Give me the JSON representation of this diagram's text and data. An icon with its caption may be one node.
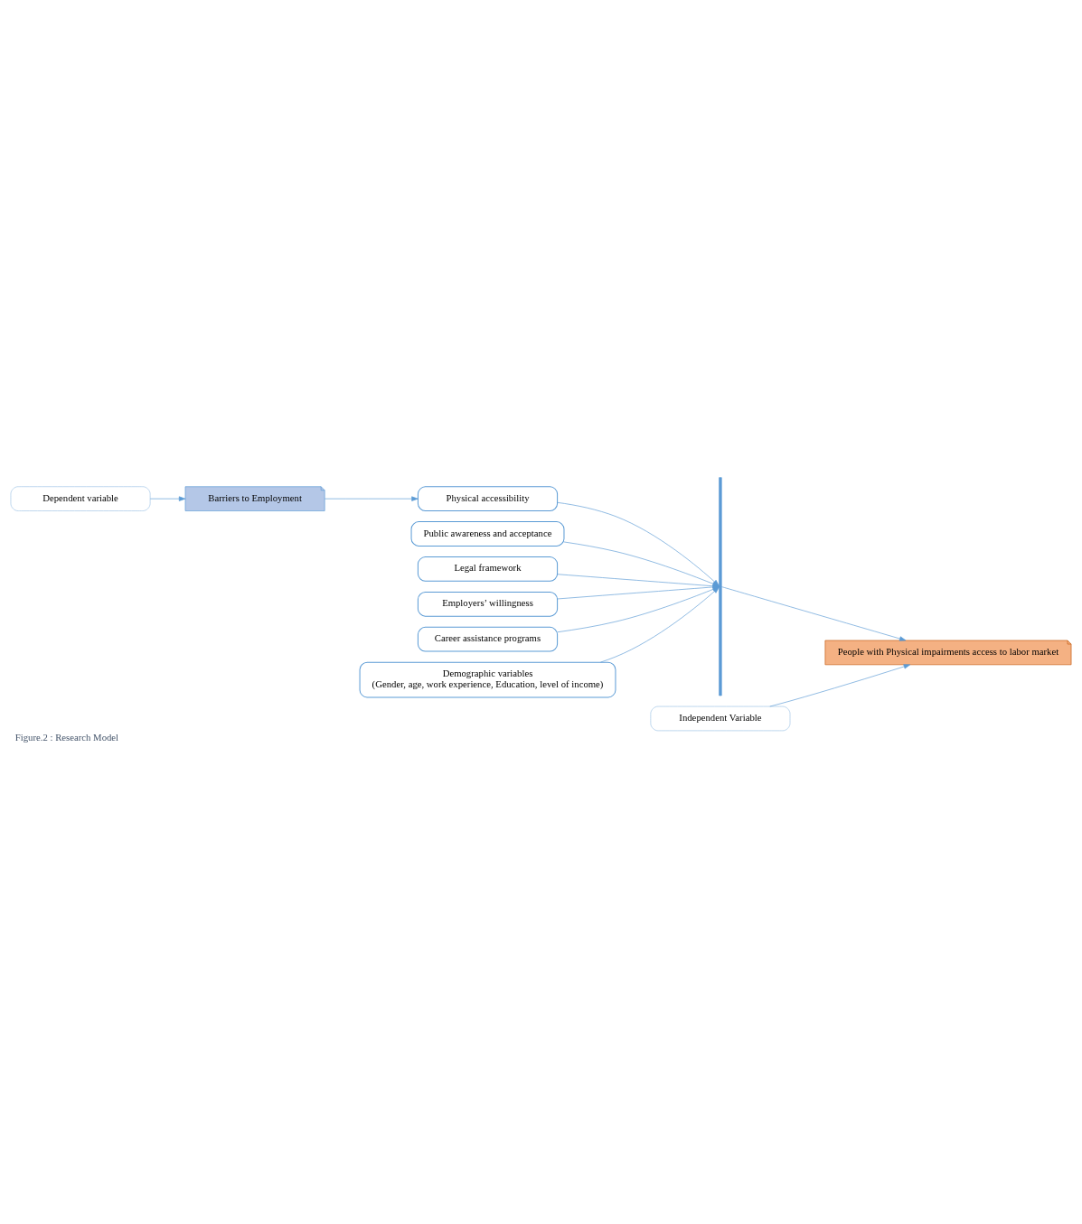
{
  "diagram": {
    "caption": "Figure.2 : Research Model",
    "nodes": [
      {
        "text": [
          "Dependent variable"
        ]
      },
      {
        "text": [
          "Independent Variable"
        ]
      },
      {
        "text": [
          "Barriers to Employment"
        ]
      },
      {
        "text": [
          "People with Physical impairments access to labor market"
        ]
      },
      {
        "text": [
          "Physical accessibility"
        ]
      },
      {
        "text": [
          "Public awareness and acceptance"
        ]
      },
      {
        "text": [
          "Legal framework"
        ]
      },
      {
        "text": [
          "Employers’ willingness"
        ]
      },
      {
        "text": [
          "Career assistance programs"
        ]
      },
      {
        "text": [
          "Demographic variables",
          "(Gender, age, work experience, Education, level of income)"
        ]
      },
      {
        "text": [],
        "shape": "bar"
      }
    ],
    "edges": [
      {
        "from": 0,
        "to": 2,
        "arrow": "to"
      },
      {
        "from": 1,
        "to": 3,
        "arrow": "to"
      },
      {
        "from": 2,
        "to": 4,
        "arrow": "to"
      },
      {
        "from": 4,
        "to": 10,
        "arrow": "to"
      },
      {
        "from": 5,
        "to": 10,
        "arrow": "to"
      },
      {
        "from": 6,
        "to": 10,
        "arrow": "to"
      },
      {
        "from": 7,
        "to": 10,
        "arrow": "to"
      },
      {
        "from": 8,
        "to": 10,
        "arrow": "to"
      },
      {
        "from": 9,
        "to": 10,
        "arrow": "to"
      },
      {
        "from": 10,
        "to": 3,
        "arrow": "to"
      }
    ]
  }
}
